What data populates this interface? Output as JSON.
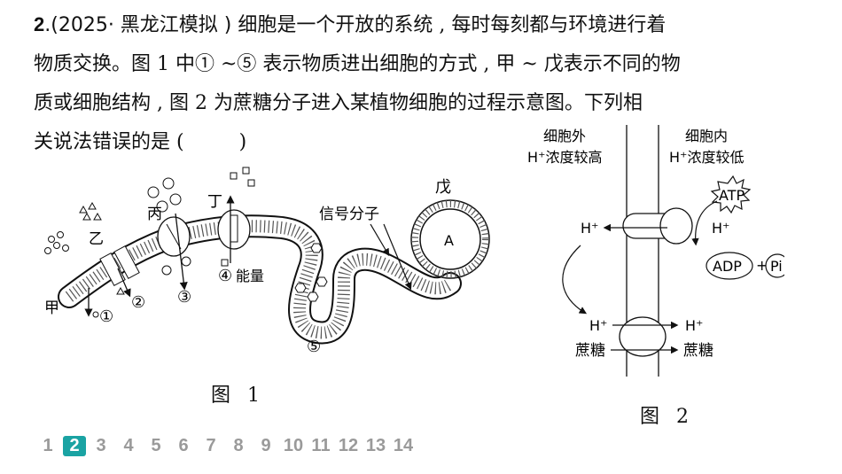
{
  "question": {
    "number": "2",
    "source": ".(2025· 黑龙江模拟 )",
    "line1": "细胞是一个开放的系统 , 每时每刻都与环境进行着",
    "line2": "物质交换。图 1 中① ~⑤ 表示物质进出细胞的方式 , 甲 ~ 戊表示不同的物",
    "line3": "质或细胞结构 , 图 2 为蔗糖分子进入某植物细胞的过程示意图。下列相",
    "line4_prefix": "关说法错误的是 (",
    "line4_suffix": ")"
  },
  "figure1": {
    "caption": "图 1",
    "labels": {
      "jia": "甲",
      "yi": "乙",
      "bing": "丙",
      "ding": "丁",
      "wu": "戊",
      "signal": "信号分子",
      "energy": "能量",
      "vesicle": "A",
      "m1": "①",
      "m2": "②",
      "m3": "③",
      "m4": "④",
      "m5": "⑤"
    }
  },
  "figure2": {
    "caption": "图 2",
    "outside_title": "细胞外",
    "outside_sub": "H⁺浓度较高",
    "inside_title": "细胞内",
    "inside_sub": "H⁺浓度较低",
    "atp": "ATP",
    "adp": "ADP",
    "plus": "+",
    "pi": "Pi",
    "h_out_top": "H⁺",
    "h_in_top": "H⁺",
    "h_out_bottom": "H⁺",
    "h_in_bottom": "H⁺",
    "sucrose_out": "蔗糖",
    "sucrose_in": "蔗糖"
  },
  "pager": {
    "pages": [
      "1",
      "2",
      "3",
      "4",
      "5",
      "6",
      "7",
      "8",
      "9",
      "10",
      "11",
      "12",
      "13",
      "14"
    ],
    "active": "2"
  },
  "colors": {
    "accent": "#1aa3a3",
    "muted": "#9a9a9a"
  }
}
